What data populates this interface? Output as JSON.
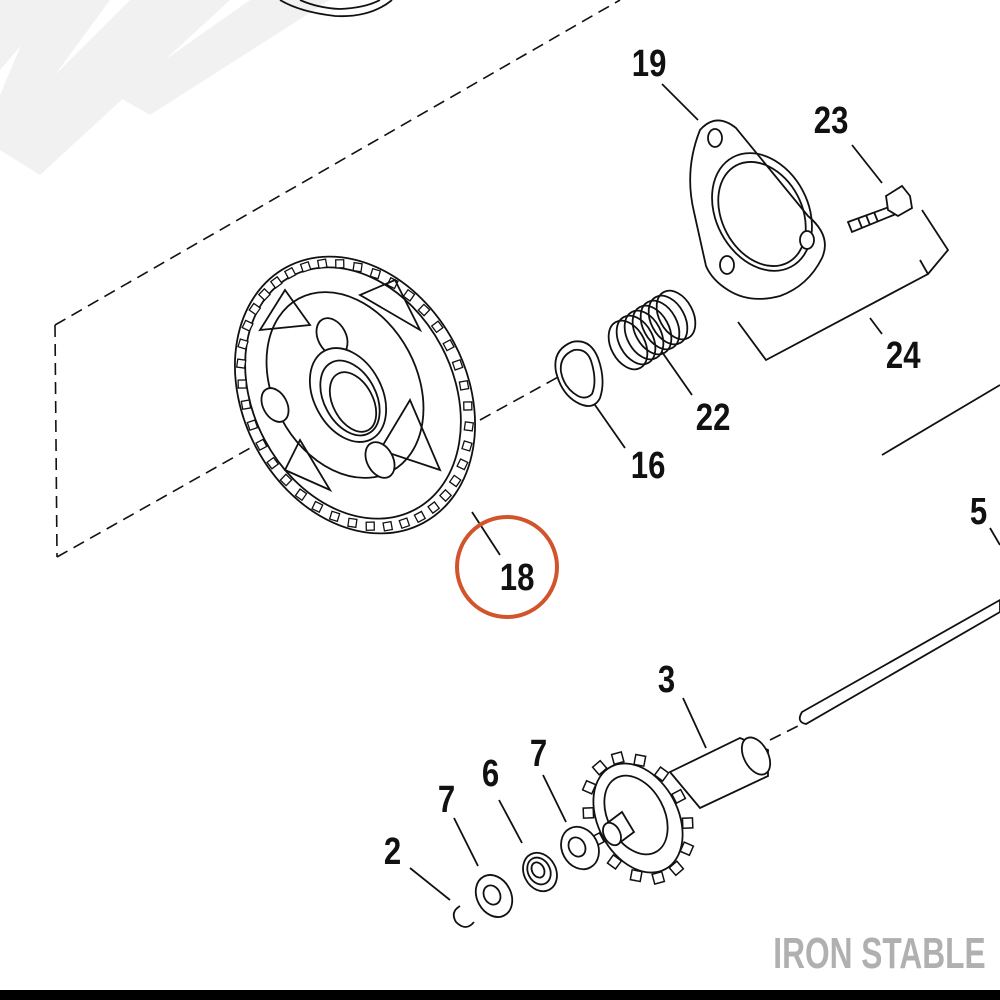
{
  "callouts": {
    "c19": "19",
    "c23": "23",
    "c24": "24",
    "c22": "22",
    "c16": "16",
    "c18": "18",
    "c5": "5",
    "c3": "3",
    "c7a": "7",
    "c6": "6",
    "c7b": "7",
    "c2": "2"
  },
  "highlight": {
    "callout": "18",
    "color": "#d2542c"
  },
  "watermark": {
    "text": "IRON STABLE",
    "color": "#b0b0b0"
  },
  "colors": {
    "line": "#111111",
    "watermark_stripes": "#f1f1f1",
    "bottom_bar": "#000000"
  }
}
